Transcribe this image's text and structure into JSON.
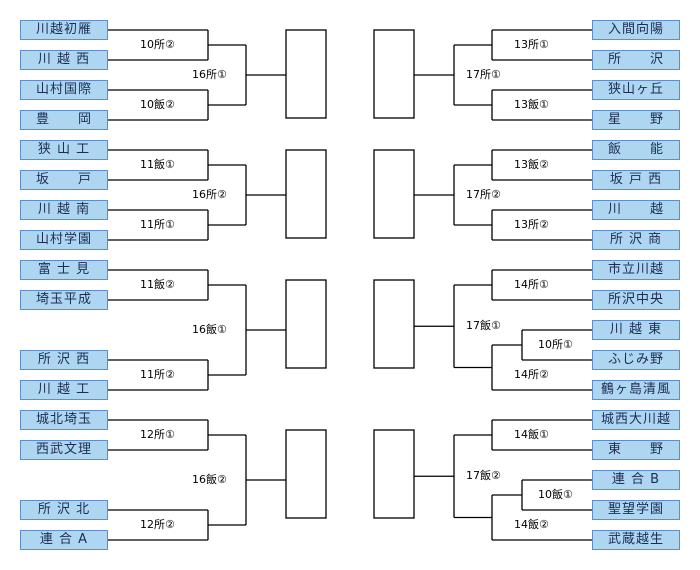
{
  "bracket": {
    "left_teams": [
      "川越初雁",
      "川 越 西",
      "山村国際",
      "豊　　岡",
      "狭 山 工",
      "坂　　戸",
      "川 越 南",
      "山村学園",
      "富 士 見",
      "埼玉平成",
      "所 沢 西",
      "川 越 工",
      "城北埼玉",
      "西武文理",
      "所 沢 北",
      "連 合 A"
    ],
    "right_teams": [
      "入間向陽",
      "所　　沢",
      "狭山ヶ丘",
      "星　　野",
      "飯　　能",
      "坂 戸 西",
      "川　　越",
      "所 沢 商",
      "市立川越",
      "所沢中央",
      "川 越 東",
      "ふじみ野",
      "鶴ヶ島清風",
      "城西大川越",
      "東　　野",
      "連 合 B",
      "聖望学園",
      "武蔵越生"
    ],
    "left_labels": [
      "10所②",
      "10飯②",
      "16所①",
      "11飯①",
      "11所①",
      "16所②",
      "11飯②",
      "11所②",
      "16飯①",
      "12所①",
      "12所②",
      "16飯②"
    ],
    "right_labels": [
      "13所①",
      "13飯①",
      "17所①",
      "13飯②",
      "13所②",
      "17所②",
      "14所①",
      "10所①",
      "14所②",
      "17飯①",
      "14飯①",
      "10飯①",
      "14飯②",
      "17飯②"
    ]
  }
}
